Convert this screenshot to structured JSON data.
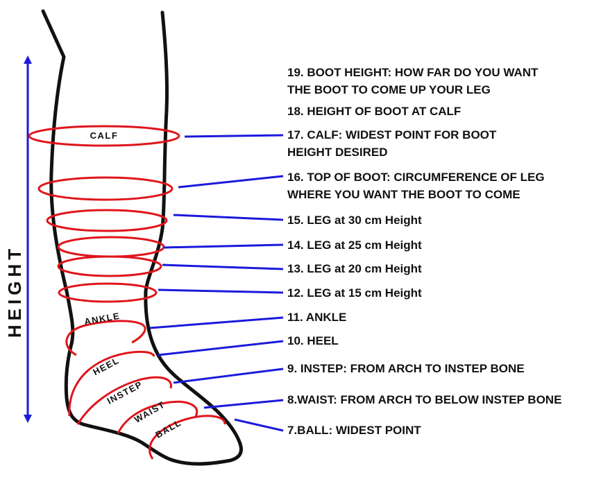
{
  "colors": {
    "outline": "#111111",
    "measure_ring": "#e0141b",
    "leader_line": "#1a1adb",
    "height_arrow": "#1a1adb",
    "background": "#ffffff"
  },
  "height_axis_label": "HEIGHT",
  "body_labels": {
    "calf": "CALF",
    "ankle": "ANKLE",
    "heel": "HEEL",
    "instep": "INSTEP",
    "waist": "WAIST",
    "ball": "BALL"
  },
  "measurements": {
    "m19": [
      "19. BOOT HEIGHT: HOW FAR DO YOU WANT",
      "THE BOOT TO COME UP YOUR LEG"
    ],
    "m18": [
      "18. HEIGHT OF BOOT AT CALF"
    ],
    "m17": [
      "17. CALF: WIDEST POINT FOR BOOT",
      "HEIGHT DESIRED"
    ],
    "m16": [
      "16. TOP OF BOOT: CIRCUMFERENCE OF LEG",
      "WHERE YOU WANT THE BOOT TO COME"
    ],
    "m15": [
      "15. LEG at 30 cm Height"
    ],
    "m14": [
      "14. LEG at 25 cm Height"
    ],
    "m13": [
      "13. LEG at 20 cm Height"
    ],
    "m12": [
      "12. LEG at 15 cm Height"
    ],
    "m11": [
      "11. ANKLE"
    ],
    "m10": [
      "10. HEEL"
    ],
    "m9": [
      "9. INSTEP: FROM ARCH TO INSTEP BONE"
    ],
    "m8": [
      "8.WAIST: FROM ARCH TO BELOW INSTEP BONE"
    ],
    "m7": [
      "7.BALL: WIDEST POINT"
    ]
  }
}
